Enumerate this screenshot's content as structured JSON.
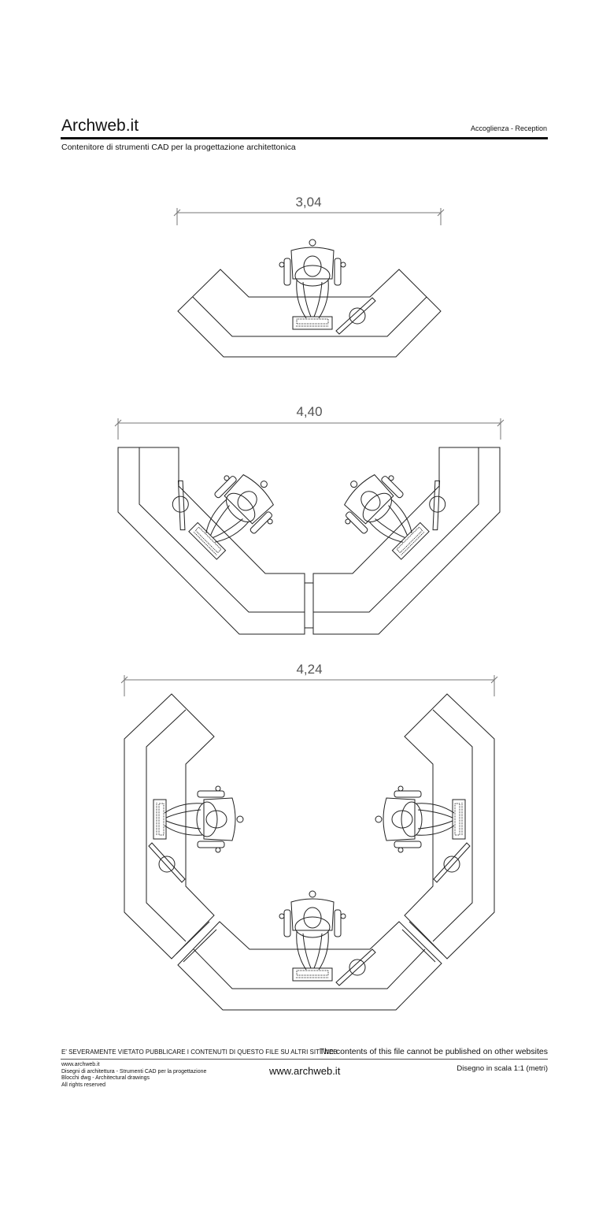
{
  "header": {
    "brand": "Archweb.it",
    "section": "Accoglienza - Reception",
    "subtitle": "Contenitore di strumenti CAD per la progettazione architettonica"
  },
  "drawings": [
    {
      "dimension_label": "3,04",
      "workstations": 1
    },
    {
      "dimension_label": "4,40",
      "workstations": 2
    },
    {
      "dimension_label": "4,24",
      "workstations": 3
    }
  ],
  "footer": {
    "warning_it": "E' SEVERAMENTE VIETATO PUBBLICARE I CONTENUTI DI QUESTO FILE SU ALTRI SITI WEB",
    "warning_en": "The contents of this file cannot be published on other websites",
    "info_lines": [
      "www.archweb.it",
      "Disegni di architettura - Strumenti CAD  per la progettazione",
      "Blocchi dwg - Architectural drawings",
      "All rights reserved"
    ],
    "site": "www.archweb.it",
    "scale": "Disegno in scala 1:1 (metri)"
  },
  "colors": {
    "line": "#222222",
    "dimension": "#777777",
    "background": "#ffffff"
  }
}
